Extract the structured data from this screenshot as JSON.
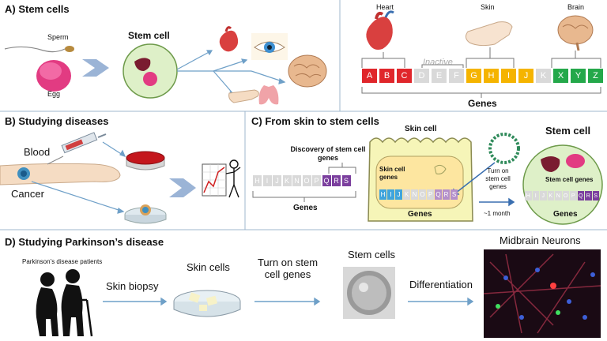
{
  "panel_a": {
    "title": "A) Stem cells",
    "sperm_label": "Sperm",
    "egg_label": "Egg",
    "stem_cell_label": "Stem cell",
    "heart_label": "Heart",
    "skin_label": "Skin",
    "brain_label": "Brain",
    "inactive_label": "Inactive",
    "genes_label": "Genes",
    "gene_letters": [
      "A",
      "B",
      "C",
      "D",
      "E",
      "F",
      "G",
      "H",
      "I",
      "J",
      "K",
      "X",
      "Y",
      "Z"
    ],
    "gene_colors": [
      "#e0262b",
      "#e0262b",
      "#e0262b",
      "#d9d9d9",
      "#d9d9d9",
      "#d9d9d9",
      "#f5b400",
      "#f5b400",
      "#f5b400",
      "#f5b400",
      "#d9d9d9",
      "#24a84a",
      "#24a84a",
      "#24a84a"
    ]
  },
  "panel_b": {
    "title": "B) Studying diseases",
    "blood_label": "Blood",
    "cancer_label": "Cancer"
  },
  "panel_c": {
    "title": "C) From skin to stem cells",
    "skin_cell_label": "Skin cell",
    "stem_cell_label": "Stem cell",
    "discovery_label": "Discovery of stem cell genes",
    "left_genes_label": "Genes",
    "left_letters": [
      "H",
      "I",
      "J",
      "K",
      "N",
      "O",
      "P",
      "Q",
      "R",
      "S"
    ],
    "left_colors": [
      "#d9d9d9",
      "#d9d9d9",
      "#d9d9d9",
      "#d9d9d9",
      "#d9d9d9",
      "#d9d9d9",
      "#d9d9d9",
      "#7b3f9e",
      "#7b3f9e",
      "#7b3f9e"
    ],
    "skin_cell_genes_label": "Skin cell genes",
    "skin_letters": [
      "H",
      "I",
      "J",
      "K",
      "N",
      "O",
      "P",
      "Q",
      "R",
      "S"
    ],
    "skin_colors": [
      "#3fa4dd",
      "#3fa4dd",
      "#3fa4dd",
      "#d9d9d9",
      "#d9d9d9",
      "#d9d9d9",
      "#d9d9d9",
      "#b48fca",
      "#b48fca",
      "#b48fca"
    ],
    "skin_genes_label": "Genes",
    "turn_on_label": "Turn on stem cell genes",
    "month_label": "~1 month",
    "stem_cell_genes_label": "Stem cell genes",
    "stem_letters": [
      "H",
      "I",
      "J",
      "K",
      "N",
      "O",
      "P",
      "Q",
      "R",
      "S"
    ],
    "stem_colors": [
      "#d9d9d9",
      "#d9d9d9",
      "#d9d9d9",
      "#d9d9d9",
      "#d9d9d9",
      "#d9d9d9",
      "#d9d9d9",
      "#7b3f9e",
      "#7b3f9e",
      "#7b3f9e"
    ],
    "stem_genes_label": "Genes"
  },
  "panel_d": {
    "title": "D) Studying Parkinson’s disease",
    "patients_label": "Parkinson’s disease patients",
    "biopsy_label": "Skin biopsy",
    "skin_cells_label": "Skin cells",
    "turn_on_label": "Turn on stem cell genes",
    "stem_cells_label": "Stem cells",
    "differentiation_label": "Differentiation",
    "neurons_label": "Midbrain Neurons"
  }
}
